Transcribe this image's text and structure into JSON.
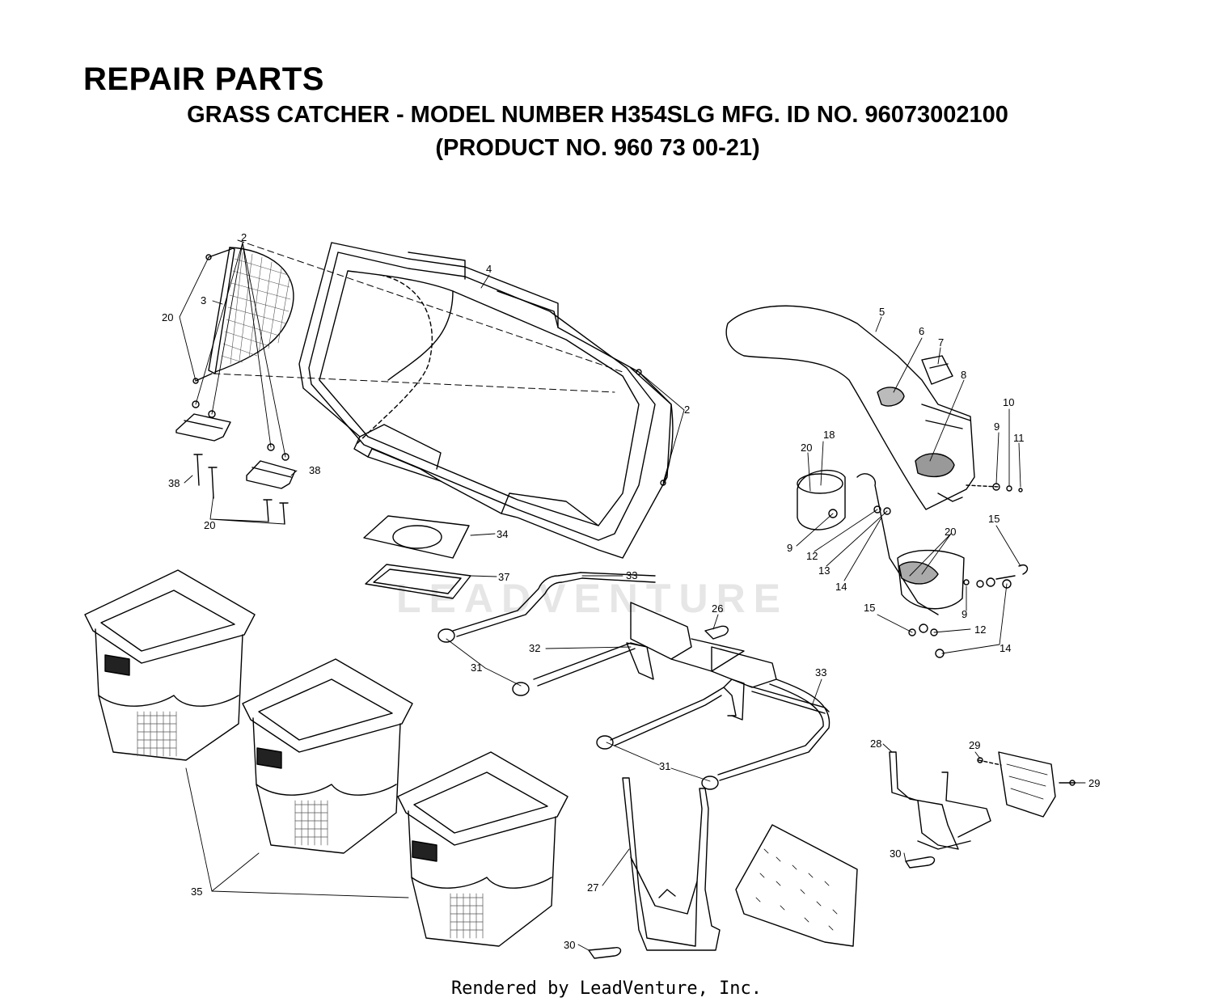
{
  "header": {
    "title": "REPAIR PARTS",
    "subtitle": "GRASS CATCHER - MODEL NUMBER H354SLG MFG. ID NO. 96073002100",
    "product": "(PRODUCT NO. 960 73 00-21)"
  },
  "watermark": "LEADVENTURE",
  "footer": "Rendered by LeadVenture, Inc.",
  "callouts": [
    "20",
    "3",
    "2",
    "38",
    "38",
    "20",
    "4",
    "2",
    "34",
    "37",
    "5",
    "6",
    "7",
    "8",
    "10",
    "9",
    "11",
    "18",
    "20",
    "9",
    "12",
    "13",
    "14",
    "15",
    "20",
    "9",
    "12",
    "15",
    "14",
    "33",
    "26",
    "32",
    "31",
    "33",
    "31",
    "28",
    "29",
    "29",
    "30",
    "27",
    "30",
    "35"
  ]
}
